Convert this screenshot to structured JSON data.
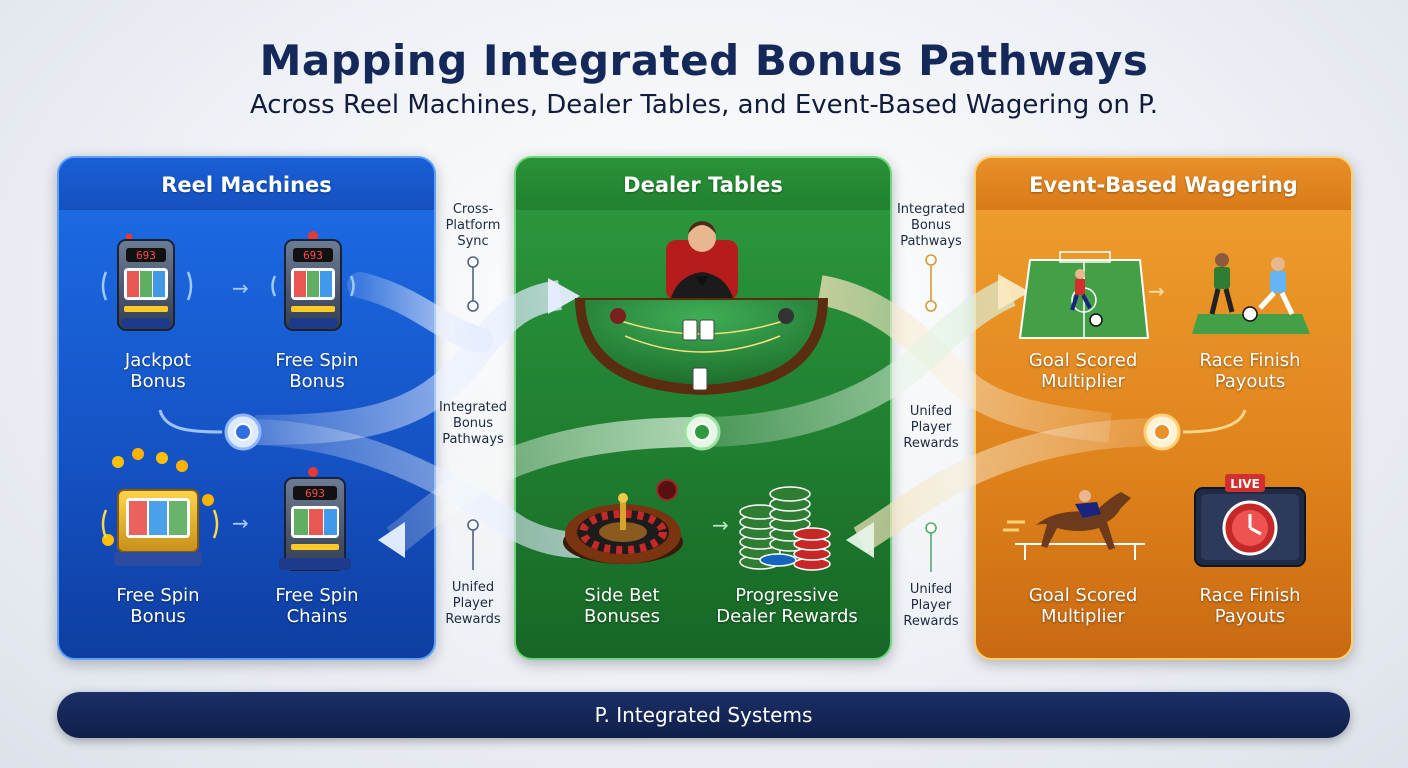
{
  "header": {
    "title": "Mapping Integrated Bonus Pathways",
    "subtitle": "Across Reel Machines, Dealer Tables, and Event-Based Wagering on P."
  },
  "colors": {
    "reel": "#1d6ee8",
    "dealer": "#2d9a3e",
    "event": "#e8902a",
    "footer": "#14285a"
  },
  "panels": {
    "reel": {
      "title": "Reel Machines",
      "items": [
        {
          "label_1": "Jackpot",
          "label_2": "Bonus",
          "icon": "slot-machine-icon"
        },
        {
          "label_1": "Free Spin",
          "label_2": "Bonus",
          "icon": "slot-machine-icon"
        },
        {
          "label_1": "Free Spin",
          "label_2": "Bonus",
          "icon": "slot-machine-coins-icon"
        },
        {
          "label_1": "Free Spin",
          "label_2": "Chains",
          "icon": "slot-machine-icon"
        }
      ]
    },
    "dealer": {
      "title": "Dealer Tables",
      "items": [
        {
          "label_1": "Side Bet",
          "label_2": "Bonuses",
          "icon": "roulette-wheel-icon"
        },
        {
          "label_1": "Progressive",
          "label_2": "Dealer Rewards",
          "icon": "chip-stacks-icon"
        }
      ],
      "hero_icon": "blackjack-dealer-table-icon"
    },
    "event": {
      "title": "Event-Based Wagering",
      "items": [
        {
          "label_1": "Goal Scored",
          "label_2": "Multiplier",
          "icon": "soccer-field-icon"
        },
        {
          "label_1": "Race Finish",
          "label_2": "Payouts",
          "icon": "soccer-players-icon"
        },
        {
          "label_1": "Goal Scored",
          "label_2": "Multiplier",
          "icon": "horse-race-icon"
        },
        {
          "label_1": "Race Finish",
          "label_2": "Payouts",
          "icon": "live-timer-icon"
        }
      ],
      "live_badge": "LIVE"
    }
  },
  "connectors": {
    "top_left": {
      "l1": "Cross-",
      "l2": "Platform",
      "l3": "Sync"
    },
    "mid_left": {
      "l1": "Integrated",
      "l2": "Bonus",
      "l3": "Pathways"
    },
    "bottom_left": {
      "l1": "Unifed",
      "l2": "Player",
      "l3": "Rewards"
    },
    "top_right": {
      "l1": "Integrated",
      "l2": "Bonus",
      "l3": "Pathways"
    },
    "mid_right": {
      "l1": "Unifed",
      "l2": "Player",
      "l3": "Rewards"
    },
    "bottom_right": {
      "l1": "Unifed",
      "l2": "Player",
      "l3": "Rewards"
    }
  },
  "footer": {
    "label": "P. Integrated Systems"
  },
  "slot_display": "693"
}
